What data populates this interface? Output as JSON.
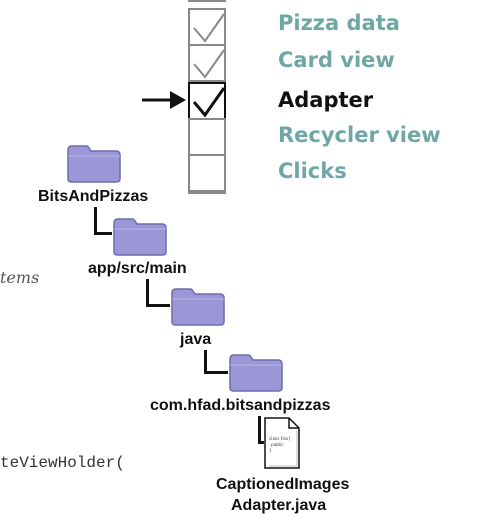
{
  "checklist": {
    "items": [
      {
        "label": "Pizza data",
        "checked": true,
        "current": false
      },
      {
        "label": "Card view",
        "checked": true,
        "current": false
      },
      {
        "label": "Adapter",
        "checked": true,
        "current": true
      },
      {
        "label": "Recycler view",
        "checked": false,
        "current": false
      },
      {
        "label": "Clicks",
        "checked": false,
        "current": false
      }
    ],
    "colors": {
      "done": "#6fa7a6",
      "current": "#111111",
      "todo": "#6fa7a6"
    }
  },
  "folder_tree": {
    "nodes": [
      {
        "label": "BitsAndPizzas"
      },
      {
        "label": "app/src/main"
      },
      {
        "label": "java"
      },
      {
        "label": "com.hfad.bitsandpizzas"
      }
    ],
    "file": {
      "label_line1": "CaptionedImages",
      "label_line2": "Adapter.java",
      "icon_text_line1": "class Foo{",
      "icon_text_line2": "public",
      "icon_text_line3": "}"
    },
    "folder_color": "#9b97d6"
  },
  "fragments": {
    "handwritten": "tems",
    "code": "teViewHolder("
  }
}
